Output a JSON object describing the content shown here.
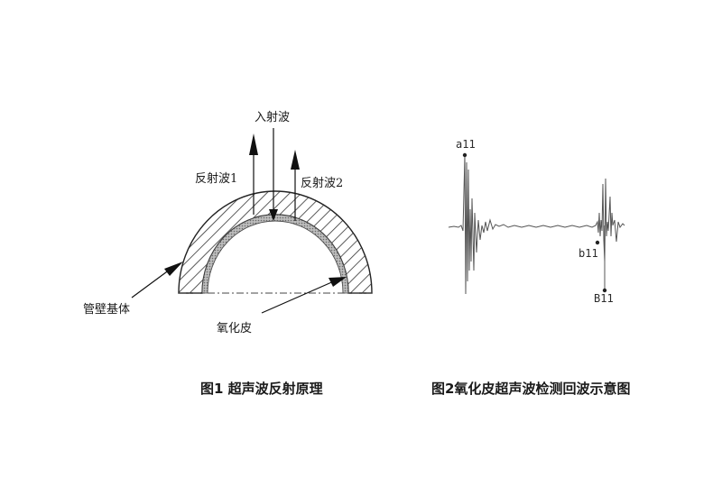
{
  "figure1": {
    "labels": {
      "incident": "入射波",
      "reflect1": "反射波1",
      "reflect2": "反射波2",
      "substrate": "管壁基体",
      "oxide": "氧化皮"
    },
    "caption": "图1 超声波反射原理"
  },
  "figure2": {
    "labels": {
      "a11": "a11",
      "b11": "b11",
      "B11": "B11"
    },
    "caption": "图2氧化皮超声波检测回波示意图"
  },
  "colors": {
    "ink": "#1a1a1a",
    "hatch": "#333333",
    "oxide": "#9a9a9a",
    "wave": "#555555"
  }
}
